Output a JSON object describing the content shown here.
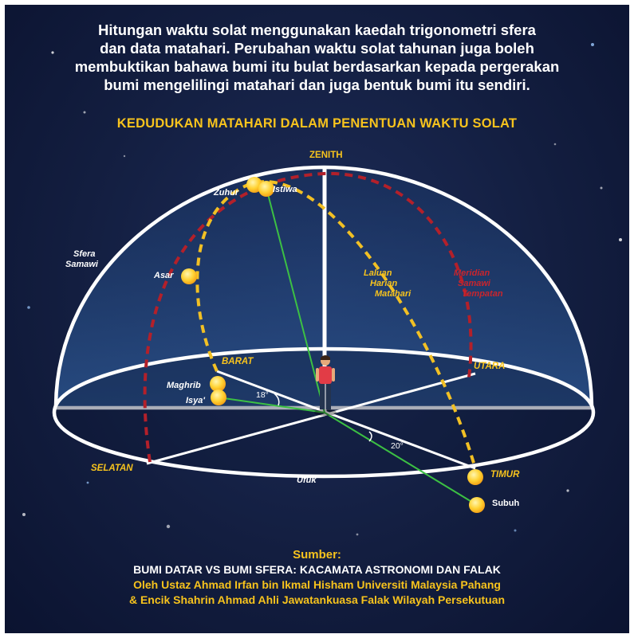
{
  "intro_lines": [
    "Hitungan waktu solat menggunakan kaedah trigonometri sfera",
    "dan data matahari. Perubahan waktu solat tahunan juga boleh",
    "membuktikan bahawa bumi itu bulat berdasarkan kepada pergerakan",
    "bumi mengelilingi matahari dan juga bentuk bumi itu sendiri."
  ],
  "heading": "KEDUDUKAN MATAHARI DALAM PENENTUAN WAKTU SOLAT",
  "labels": {
    "zenith": "ZENITH",
    "zuhur": "Zuhur",
    "istiwa": "Istiwa",
    "sfera": "Sfera",
    "samawi": "Samawi",
    "asar": "Asar",
    "laluan_1": "Laluan",
    "laluan_2": "Harian",
    "laluan_3": "Matahari",
    "meridian_1": "Meridian",
    "meridian_2": "Samawi",
    "meridian_3": "Tempatan",
    "barat": "BARAT",
    "utara": "UTARA",
    "maghrib": "Maghrib",
    "isya": "Isya'",
    "angle_18": "18°",
    "angle_20": "20°",
    "selatan": "SELATAN",
    "timur": "TIMUR",
    "ufuk": "Ufuk",
    "subuh": "Subuh"
  },
  "source": {
    "title": "Sumber:",
    "line1": "BUMI DATAR VS BUMI SFERA: KACAMATA ASTRONOMI DAN FALAK",
    "line2": "Oleh Ustaz Ahmad Irfan bin Ikmal Hisham Universiti Malaysia Pahang",
    "line3": "& Encik Shahrin Ahmad Ahli Jawatankuasa Falak Wilayah Persekutuan"
  },
  "colors": {
    "background": "#131e40",
    "sun_path": "#f2c024",
    "meridian": "#b3202a",
    "sight_line": "#3cc043",
    "dome_outline": "#ffffff",
    "label_yellow": "#f7c31d"
  },
  "icons": {
    "sun": "sun-icon",
    "person": "observer-person-icon",
    "stars": "star-icon"
  }
}
